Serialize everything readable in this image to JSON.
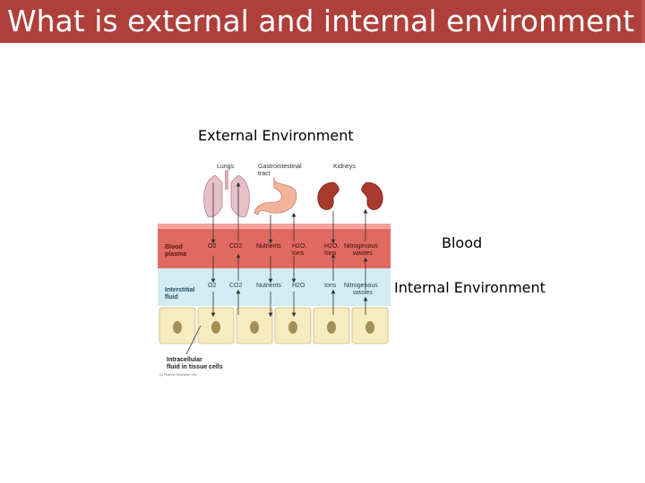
{
  "slide": {
    "title": "What is external and internal environment",
    "label_external": "External Environment",
    "label_blood": "Blood",
    "label_internal": "Internal Environment"
  },
  "figure": {
    "organs": {
      "lungs": "Lungs",
      "gi_line1": "Gastrointestinal",
      "gi_line2": "tract",
      "kidneys": "Kidneys"
    },
    "plasma": {
      "label_line1": "Blood",
      "label_line2": "plasma",
      "o2": "O2",
      "co2": "CO2",
      "nutrients": "Nutrients",
      "h2o": "H2O,",
      "ions": "Ions",
      "h2o_b": "H2O,",
      "ions_b": "Ions",
      "nitro1": "Nitrogenous",
      "nitro2": "wastes"
    },
    "interstitial": {
      "label_line1": "Interstitial",
      "label_line2": "fluid",
      "o2": "O2",
      "co2": "CO2",
      "nutrients": "Nutrients",
      "h2o": "H2O",
      "ions": "Ions",
      "nitro1": "Nitrogenous",
      "nitro2": "wastes"
    },
    "intracellular_line1": "Intracellular",
    "intracellular_line2": "fluid in tissue cells",
    "copyright": "(c) Pearson Education, Inc.",
    "colors": {
      "plasma": "#e06a62",
      "interstitial": "#d2ecf2",
      "cell": "#f7ecc0",
      "lung": "#e8c1c8",
      "stomach": "#f3b39a",
      "kidney": "#a93a2e"
    }
  }
}
